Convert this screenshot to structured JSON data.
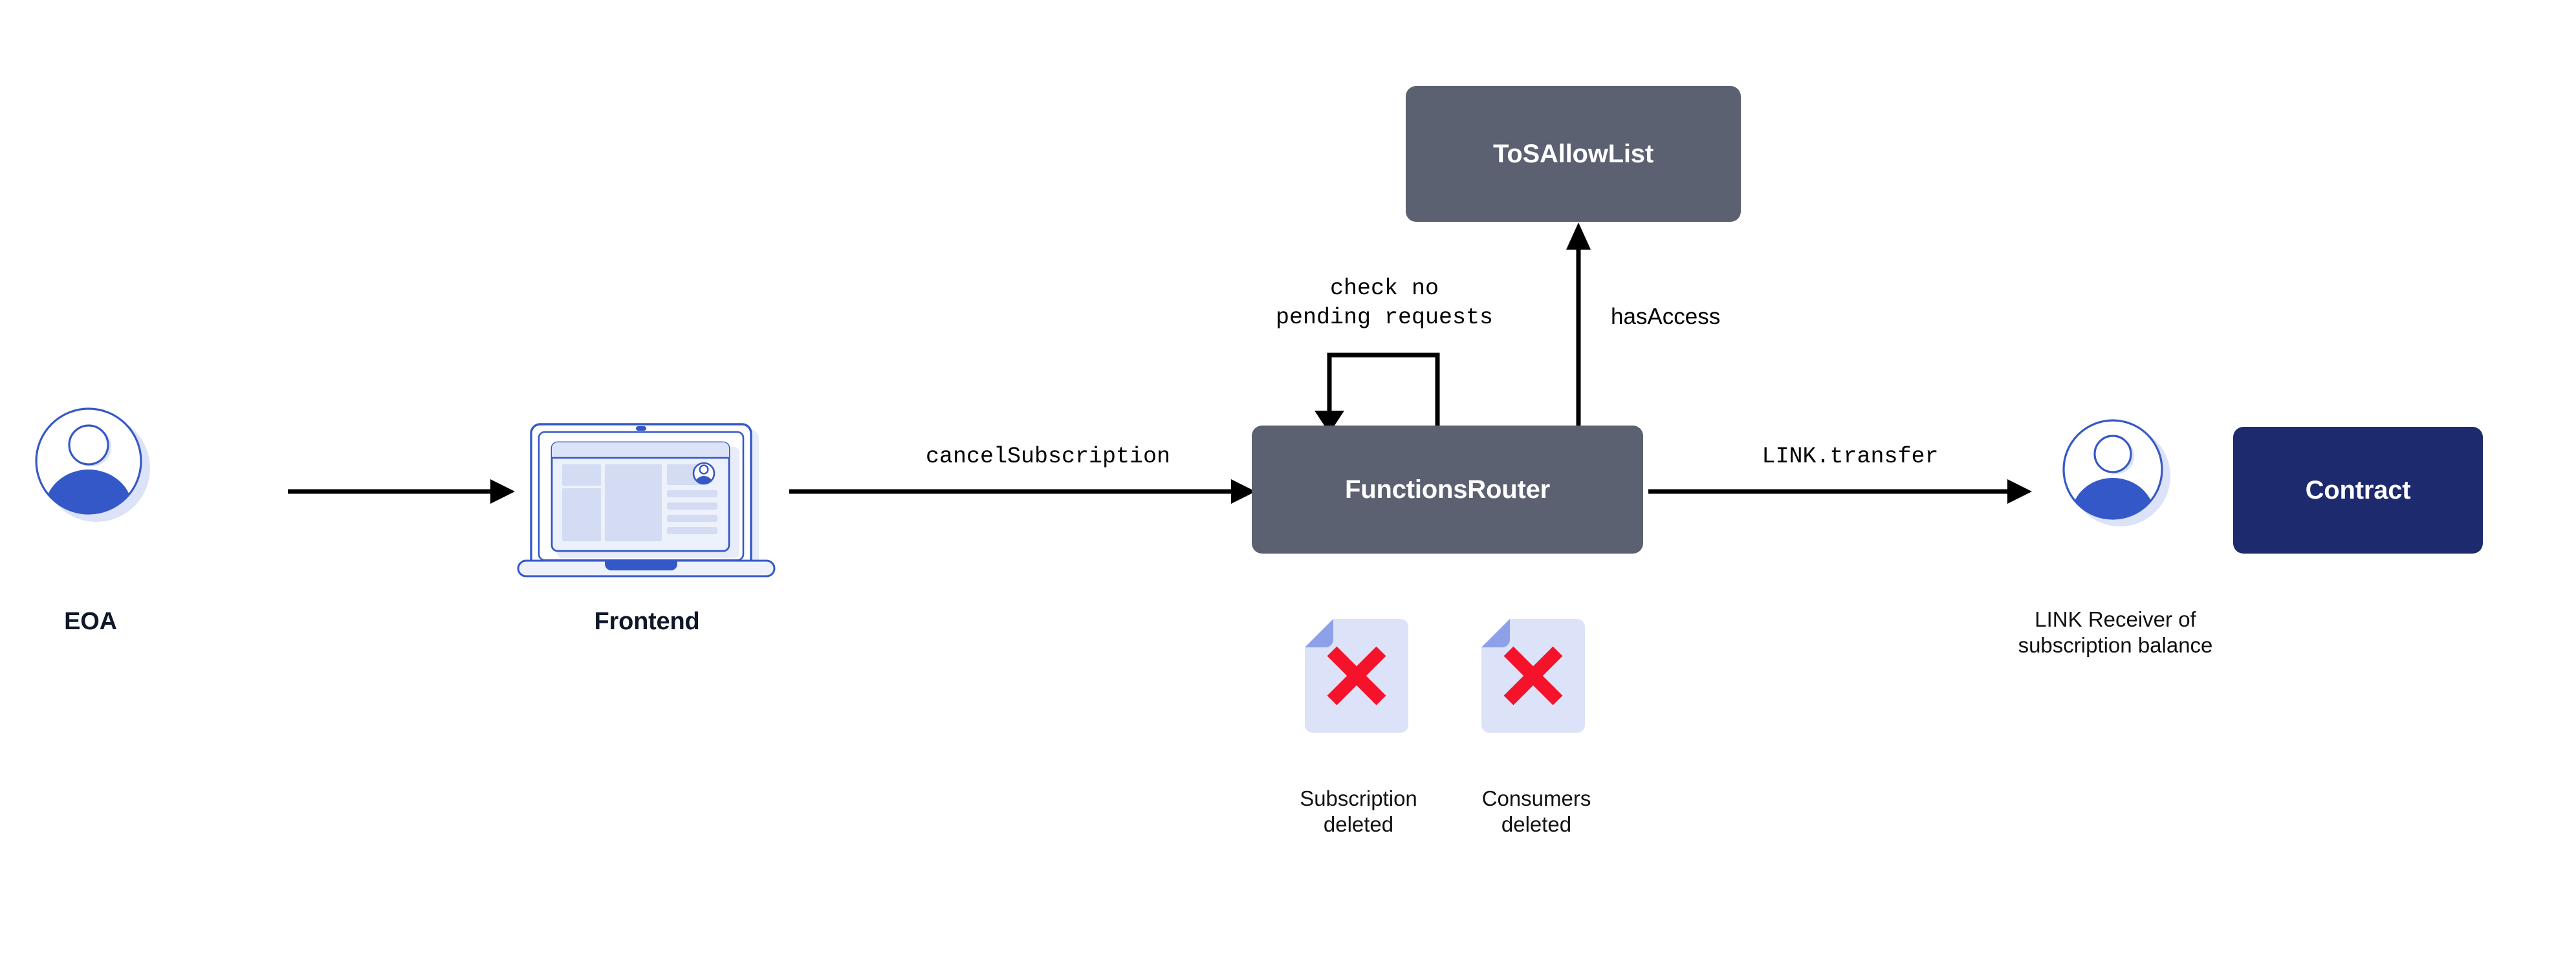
{
  "diagram": {
    "title_context": "Chainlink Functions subscription cancellation flow",
    "background_color": "#FFFFFF",
    "palette": {
      "slate_box": "#5B6170",
      "navy_box": "#1D2A6E",
      "accent_blue": "#3558C8",
      "light_blue": "#DCE2F7",
      "periwinkle": "#8EA0E8",
      "red_x": "#F5122B",
      "arrow_black": "#000000",
      "caption_dark": "#0F172A"
    }
  },
  "nodes": {
    "eoa": {
      "label": "EOA",
      "icon": "user-avatar-icon"
    },
    "frontend": {
      "label": "Frontend",
      "icon": "laptop-icon"
    },
    "functions_router": {
      "label": "FunctionsRouter",
      "fill": "#5B6170"
    },
    "tos_allow_list": {
      "label": "ToSAllowList",
      "fill": "#5B6170"
    },
    "link_receiver": {
      "icon": "user-avatar-icon",
      "caption_line_1": "LINK Receiver of",
      "caption_line_2": "subscription balance"
    },
    "contract": {
      "label": "Contract",
      "fill": "#1D2A6E"
    }
  },
  "edges": [
    {
      "id": "eoa-to-frontend",
      "from": "eoa",
      "to": "frontend",
      "label": "",
      "direction": "right"
    },
    {
      "id": "frontend-to-router",
      "from": "frontend",
      "to": "functions_router",
      "label": "cancelSubscription",
      "label_style": "mono",
      "direction": "right"
    },
    {
      "id": "router-self-loop",
      "from": "functions_router",
      "to": "functions_router",
      "label_line_1": "check no",
      "label_line_2": "pending requests",
      "label_style": "mono",
      "direction": "self-loop"
    },
    {
      "id": "router-to-tos",
      "from": "functions_router",
      "to": "tos_allow_list",
      "label": "hasAccess",
      "label_style": "sans",
      "direction": "up"
    },
    {
      "id": "router-to-receiver",
      "from": "functions_router",
      "to": "link_receiver",
      "label": "LINK.transfer",
      "label_style": "mono",
      "direction": "right"
    }
  ],
  "artifacts": [
    {
      "id": "subscription-deleted",
      "icon": "document-deleted-icon",
      "caption_line_1": "Subscription",
      "caption_line_2": "deleted"
    },
    {
      "id": "consumers-deleted",
      "icon": "document-deleted-icon",
      "caption_line_1": "Consumers",
      "caption_line_2": "deleted"
    }
  ]
}
